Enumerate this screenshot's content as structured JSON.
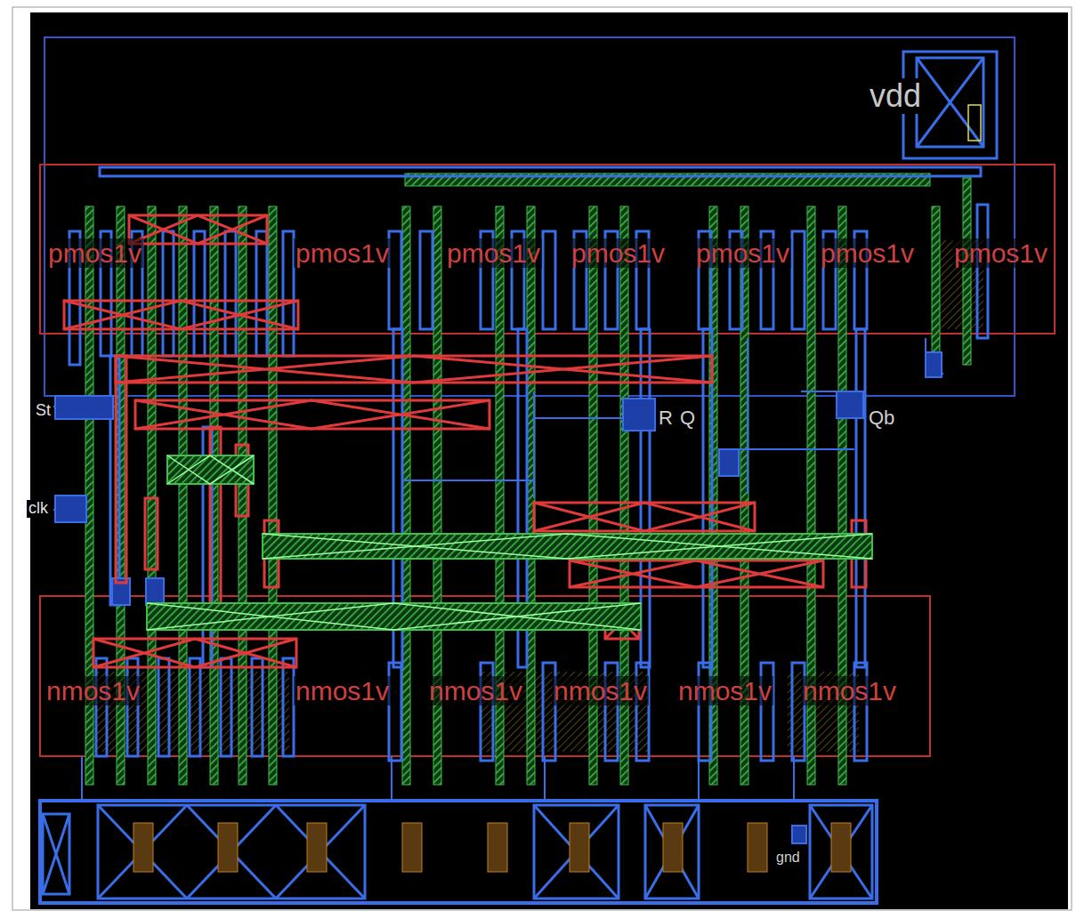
{
  "diagram": {
    "labels": [
      "vdd",
      "St",
      "clk",
      "R",
      "Q",
      "Qb",
      "gnd",
      "pmos1v",
      "pmos1v",
      "pmos1v",
      "pmos1v",
      "pmos1v",
      "pmos1v",
      "pmos1v",
      "nmos1v",
      "nmos1v",
      "nmos1v",
      "nmos1v",
      "nmos1v",
      "nmos1v"
    ]
  }
}
